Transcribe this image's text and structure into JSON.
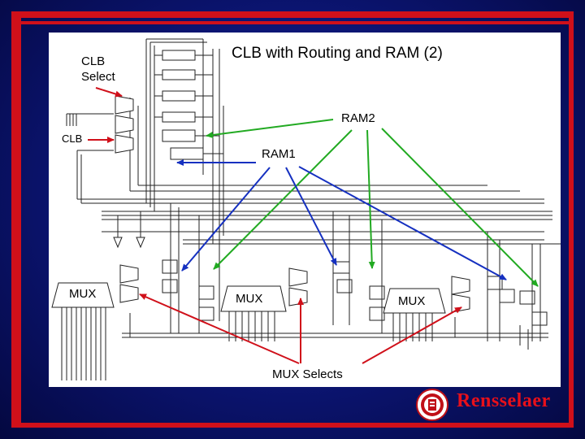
{
  "slide": {
    "title": "CLB with Routing and RAM (2)",
    "brand": "Rensselaer",
    "colors": {
      "frame": "#d0101a",
      "background": "#0b1470",
      "panel": "#ffffff",
      "arrow_red": "#d0101a",
      "arrow_green": "#22aa22",
      "arrow_blue": "#1530c0"
    }
  },
  "labels": {
    "clb_select": [
      "CLB",
      "Select"
    ],
    "ram2": "RAM2",
    "clb": "CLB",
    "ram1": "RAM1",
    "mux": [
      "MUX",
      "MUX",
      "MUX"
    ],
    "mux_selects": "MUX Selects"
  }
}
